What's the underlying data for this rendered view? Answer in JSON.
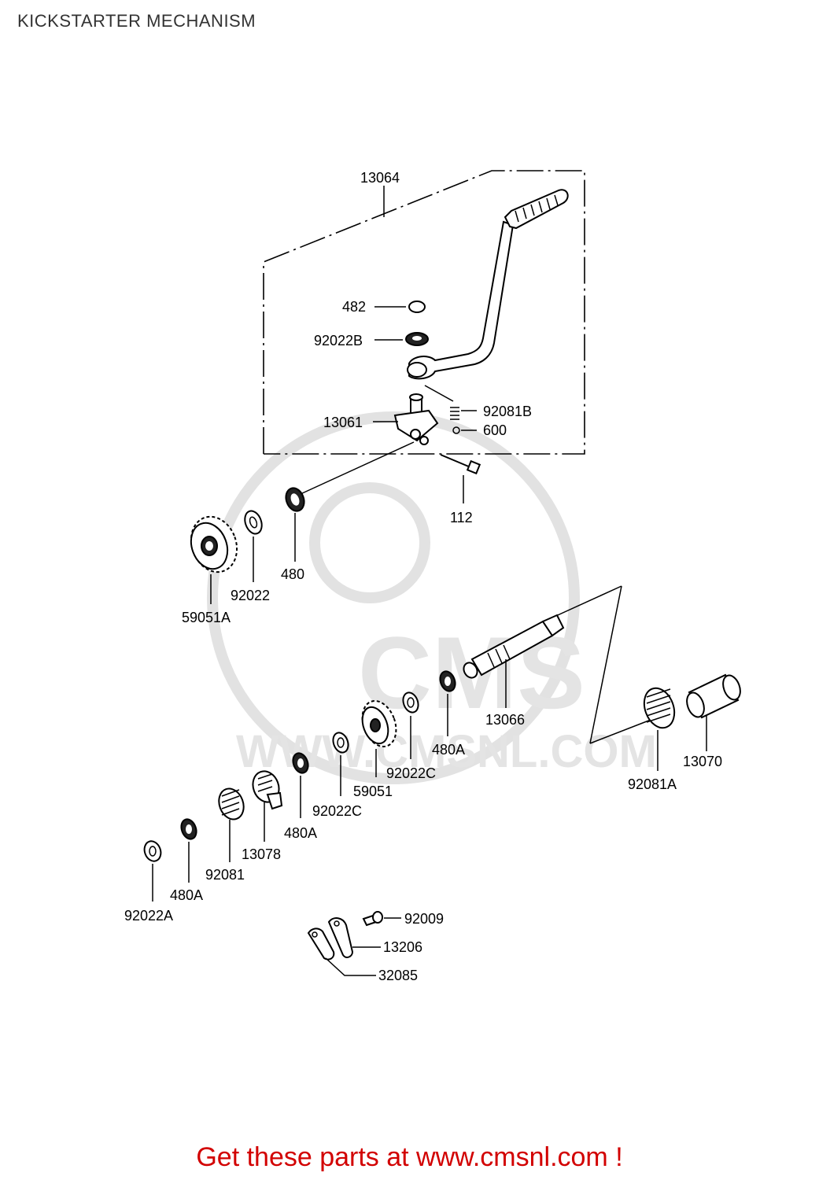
{
  "title": "KICKSTARTER MECHANISM",
  "footer": "Get these parts at www.cmsnl.com !",
  "watermark": {
    "logo": "CMS",
    "url": "WWW.CMSNL.COM"
  },
  "parts": {
    "p13064": "13064",
    "p482": "482",
    "p92022B": "92022B",
    "p92081B": "92081B",
    "p13061": "13061",
    "p600": "600",
    "p112": "112",
    "p480": "480",
    "p92022": "92022",
    "p59051A": "59051A",
    "p13066": "13066",
    "p480A_top": "480A",
    "p13070": "13070",
    "p92081A": "92081A",
    "p92022C_top": "92022C",
    "p59051": "59051",
    "p92022C_low": "92022C",
    "p480A_mid": "480A",
    "p13078": "13078",
    "p92081": "92081",
    "p480A_low": "480A",
    "p92022A": "92022A",
    "p92009": "92009",
    "p13206": "13206",
    "p32085": "32085"
  }
}
